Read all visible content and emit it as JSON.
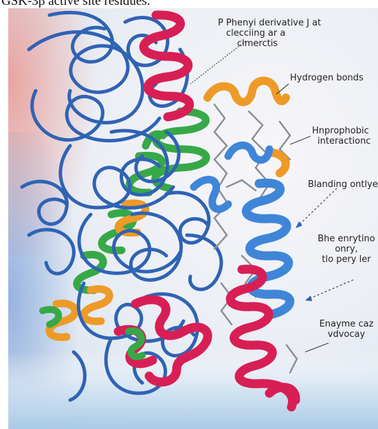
{
  "caption": "GSK-3β active site residues.",
  "labels": {
    "derivative": [
      "P Phenyi derivative J at",
      "clecciing ar a",
      "clmerctis"
    ],
    "hydrogen": [
      "Hydrogen bonds"
    ],
    "hydrophobic": [
      "Hnprophobic",
      "interactionc"
    ],
    "binding": [
      "Blanding ontlye"
    ],
    "entry": [
      "Bhe enrytino",
      "onry,",
      "tlo pery ler"
    ],
    "enzyme": [
      "Enayme caz",
      "vdvocay"
    ]
  },
  "colors": {
    "blue_coil": "#2f63b4",
    "red_helix": "#d81f55",
    "green_helix": "#37a847",
    "orange_helix": "#ee9a28",
    "light_blue_helix": "#3f86d8",
    "stick": "#8a9098",
    "background": "#e8edf4"
  }
}
